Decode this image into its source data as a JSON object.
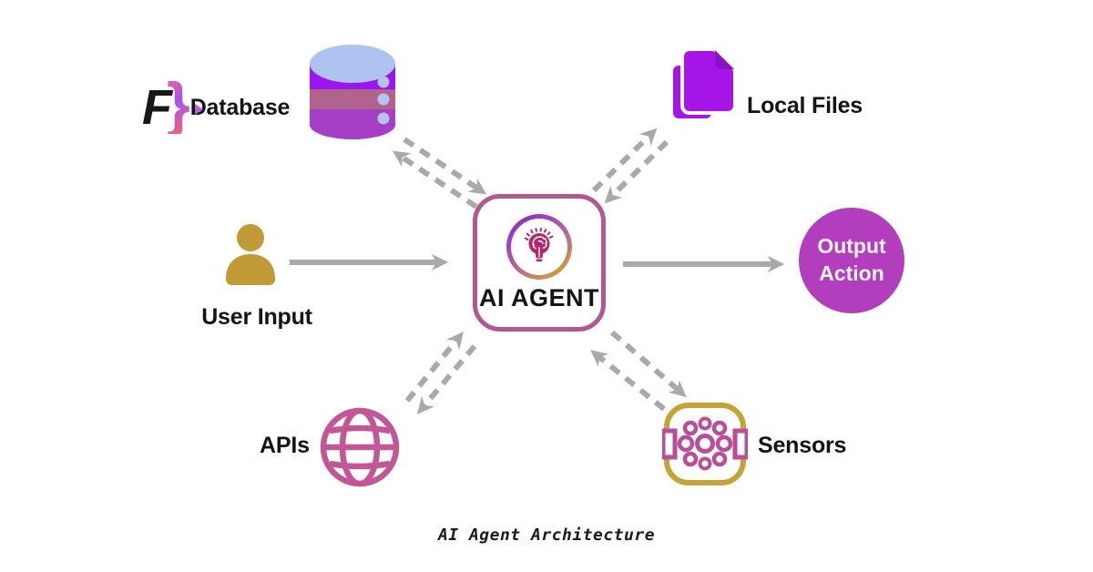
{
  "caption": "AI Agent Architecture",
  "center": {
    "label": "AI AGENT"
  },
  "nodes": {
    "database": {
      "label": "Database",
      "brand_letter": "F",
      "brand_brace": "}"
    },
    "local_files": {
      "label": "Local Files"
    },
    "user_input": {
      "label": "User Input"
    },
    "output_action": {
      "line1": "Output",
      "line2": "Action"
    },
    "apis": {
      "label": "APIs"
    },
    "sensors": {
      "label": "Sensors"
    }
  },
  "icons": [
    "f-brand-logo",
    "database-cylinder-icon",
    "documents-icon",
    "person-icon",
    "brain-bulb-icon",
    "globe-icon",
    "sensor-chip-icon"
  ],
  "colors": {
    "arrow_gray": "#a9a9a9",
    "agent_border": "#b0588f",
    "ring_gradient_start": "#8b2fc9",
    "ring_gradient_end": "#d2a438",
    "bulb_magenta": "#b5256e",
    "database_top": "#aec3ef",
    "database_band_bright": "#9a15ef",
    "database_band_mauve": "#b0648c",
    "database_band_violet": "#a63fc6",
    "files_purple": "#a615e8",
    "files_fold": "#8d11c4",
    "person_gold": "#c09a35",
    "output_purple": "#b23dbd",
    "globe_pink": "#c25795",
    "sensor_gold": "#c6a23b",
    "sensor_pink": "#b84d9a",
    "label_black": "#141414"
  }
}
